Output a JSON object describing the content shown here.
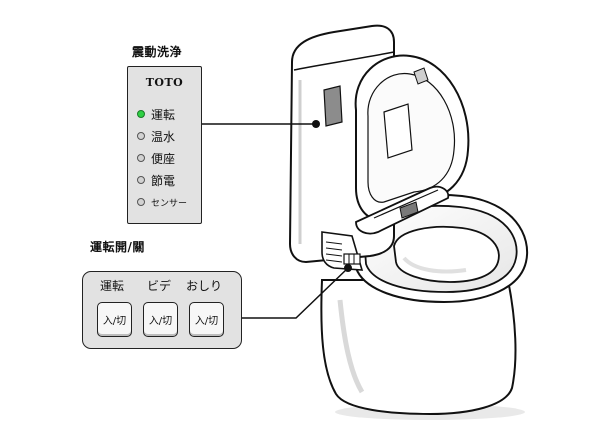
{
  "indicator_panel": {
    "label": "震動洗浄",
    "brand": "TOTO",
    "lights": [
      {
        "text": "運転",
        "on": true
      },
      {
        "text": "温水",
        "on": false
      },
      {
        "text": "便座",
        "on": false
      },
      {
        "text": "節電",
        "on": false
      },
      {
        "text": "センサー",
        "on": false
      }
    ]
  },
  "button_panel": {
    "label": "運転開/關",
    "buttons": [
      {
        "label": "運転",
        "face": "入/切"
      },
      {
        "label": "ビデ",
        "face": "入/切"
      },
      {
        "label": "おしり",
        "face": "入/切"
      }
    ]
  },
  "colors": {
    "led_on": "#2fd044",
    "led_off": "#d2d2d2",
    "panel_bg": "#e2e2e2",
    "outline": "#111111"
  }
}
